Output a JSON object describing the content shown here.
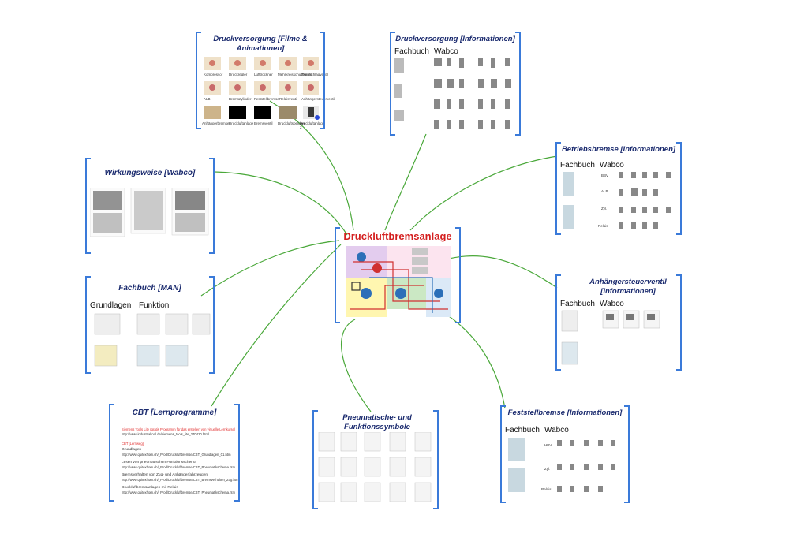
{
  "central": {
    "title": "Druckluftbremsanlage"
  },
  "frames": {
    "f1": {
      "title": "Druckversorgung [Filme & Animationen]"
    },
    "f2": {
      "title": "Druckversorgung [Informationen]",
      "fachbuch": "Fachbuch",
      "wabco": "Wabco"
    },
    "f3": {
      "title": "Betriebsbremse [Informationen]",
      "fachbuch": "Fachbuch",
      "wabco": "Wabco",
      "rows": [
        "BBV",
        "ALB",
        "Zyl.",
        "Relais"
      ]
    },
    "f4": {
      "title": "Wirkungsweise [Wabco]"
    },
    "f5": {
      "title": "Fachbuch [MAN]",
      "grundlagen": "Grundlagen",
      "funktion": "Funktion"
    },
    "f6": {
      "title": "Anhängersteuerventil [Informationen]",
      "fachbuch": "Fachbuch",
      "wabco": "Wabco"
    },
    "f7": {
      "title": "CBT [Lernprogramme]",
      "lines": [
        "Siemens Tools Lite (gratis Programm für das erstellen von virtuelle Lernkurse)",
        "http://www.industrialtool.de/siemens_tools_lite_270420.html",
        "CBT [Lernweg]",
        "Grundlagen",
        "http://www.quitexhorn.ch/_Prod/Druckluftbremse/CBT_Grundlagen_01.htm",
        "Lesen von pneumatischen Funktionsschema",
        "http://www.quitexhorn.ch/_Prod/Druckluftbremse/CBT_Pneumatikschema.htm",
        "Bremsverhalten von Zug- und Anhängerfahrzeugen",
        "http://www.quitexhorn.ch/_Prod/Druckluftbremse/CBT_Bremsverhalten_Zug.htm",
        "Druckluftbremsanlagen mit Relais",
        "http://www.quitexhorn.ch/_Prod/Druckluftbremse/CBT_Pneumatikschema.htm"
      ]
    },
    "f8": {
      "title": "Pneumatische- und Funktionssymbole"
    },
    "f9": {
      "title": "Feststellbremse [Informationen]",
      "fachbuch": "Fachbuch",
      "wabco": "Wabco",
      "rows": [
        "HBV",
        "Zyl.",
        "Relais"
      ]
    }
  },
  "film_labels": [
    "Kompressor",
    "Druckregler",
    "Lufttrockner",
    "Mehrkreisschutzventil",
    "Rückschlagventil",
    "ALB",
    "Bremszylinder",
    "Feststellbremse",
    "Relaisventil",
    "Anhängersteuerventil",
    "Anhängerbremse",
    "Druckluftanlage",
    "Bremsventil",
    "Druckluftspeicher",
    "Druckluftanlage 2"
  ],
  "colors": {
    "frame": "#3a7ad9",
    "link": "#4aa83a",
    "title": "#1a2a6e",
    "central_title": "#d42020"
  }
}
